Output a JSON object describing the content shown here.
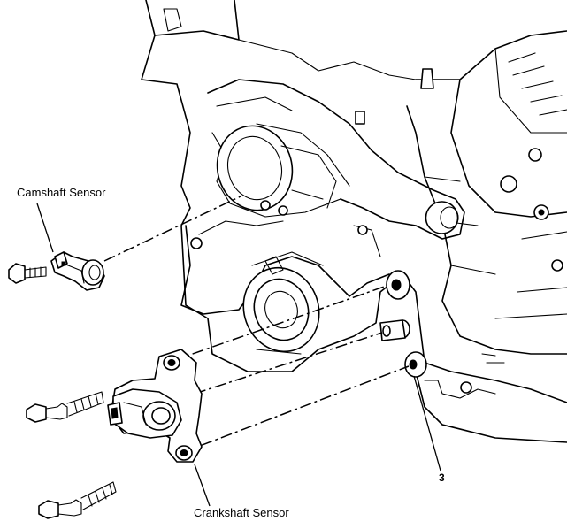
{
  "labels": {
    "camshaft_sensor": "Camshaft Sensor",
    "crankshaft_sensor": "Crankshaft Sensor",
    "callout_3": "3"
  },
  "colors": {
    "line": "#000000",
    "background": "#ffffff"
  }
}
